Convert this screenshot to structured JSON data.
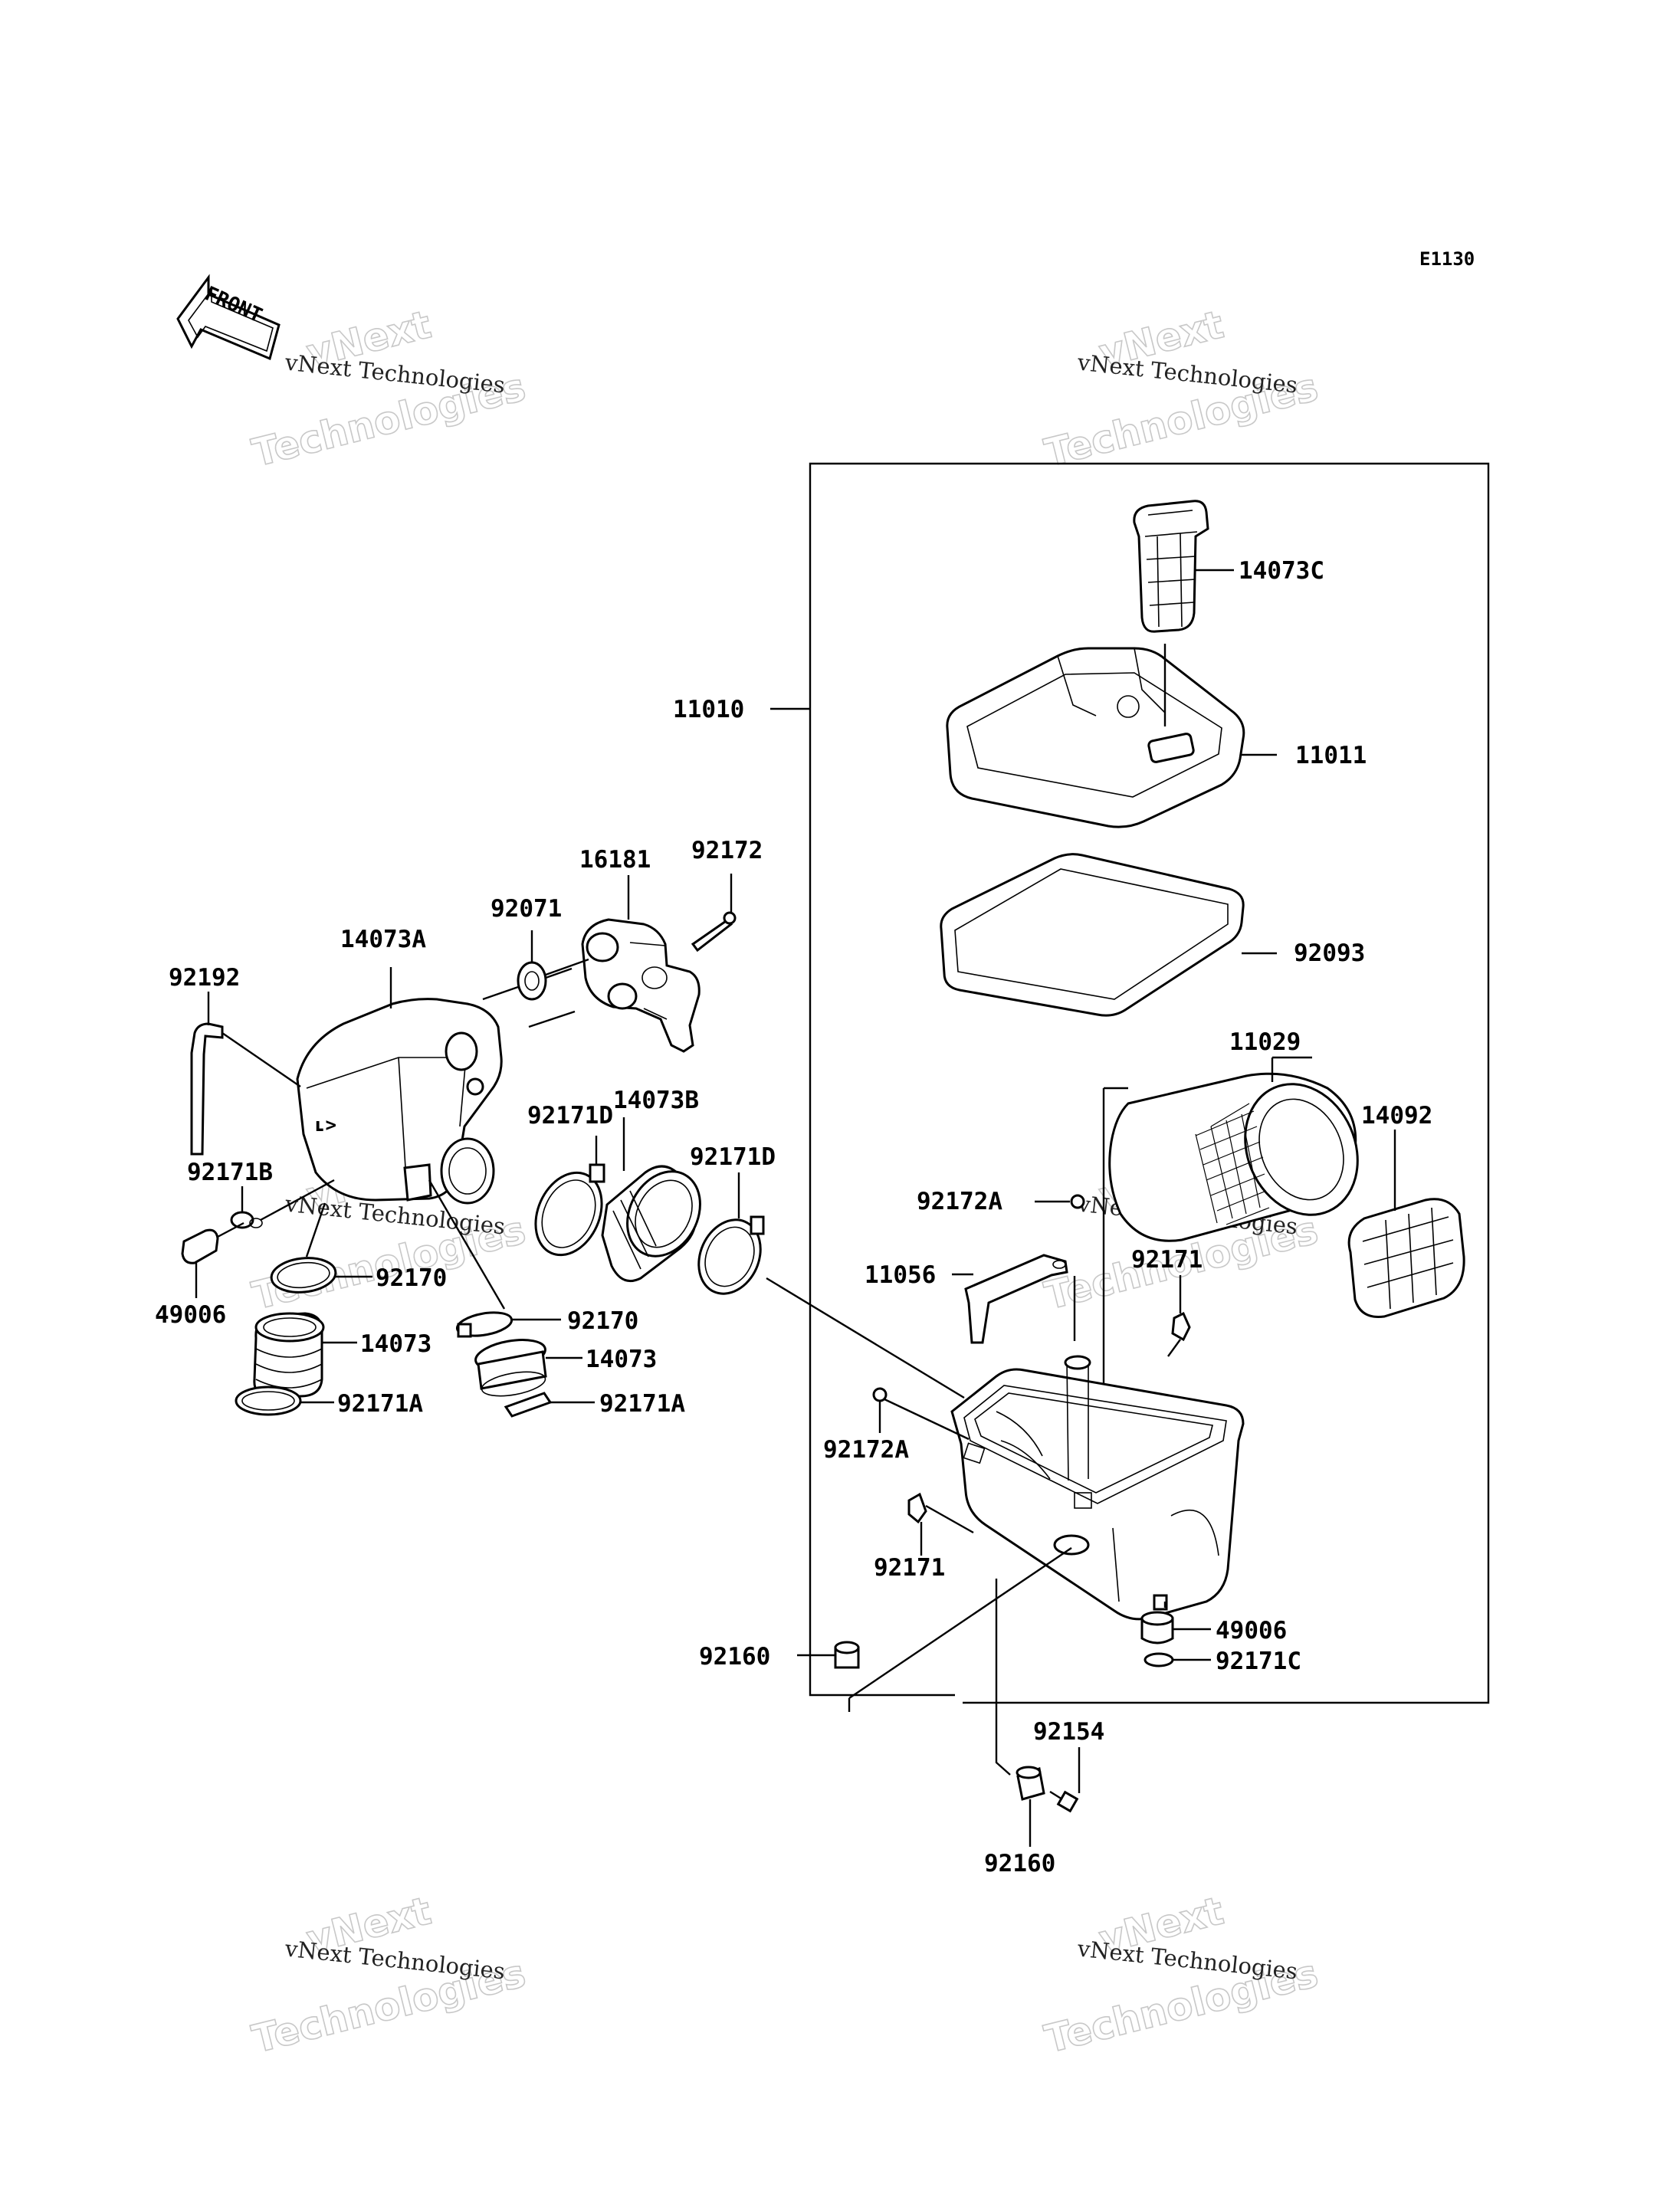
{
  "diagram_code": "E1130",
  "front_label": "FRONT",
  "watermark": {
    "caption": "vNext Technologies",
    "logo_line1": "vNext",
    "logo_line2": "Technologies"
  },
  "parts": {
    "p14073C": "14073C",
    "p11010": "11010",
    "p11011": "11011",
    "p16181": "16181",
    "p92172": "92172",
    "p92071": "92071",
    "p14073A": "14073A",
    "p92192": "92192",
    "p92093": "92093",
    "p11029": "11029",
    "p14092": "14092",
    "p92171D_1": "92171D",
    "p14073B": "14073B",
    "p92171D_2": "92171D",
    "p92171B": "92171B",
    "p92172A_1": "92172A",
    "p11056": "11056",
    "p92171_1": "92171",
    "p49006_1": "49006",
    "p92170_1": "92170",
    "p92170_2": "92170",
    "p14073_1": "14073",
    "p14073_2": "14073",
    "p92171A_1": "92171A",
    "p92171A_2": "92171A",
    "p92172A_2": "92172A",
    "p92171_2": "92171",
    "p49006_2": "49006",
    "p92171C": "92171C",
    "p92160_1": "92160",
    "p92154": "92154",
    "p92160_2": "92160"
  }
}
